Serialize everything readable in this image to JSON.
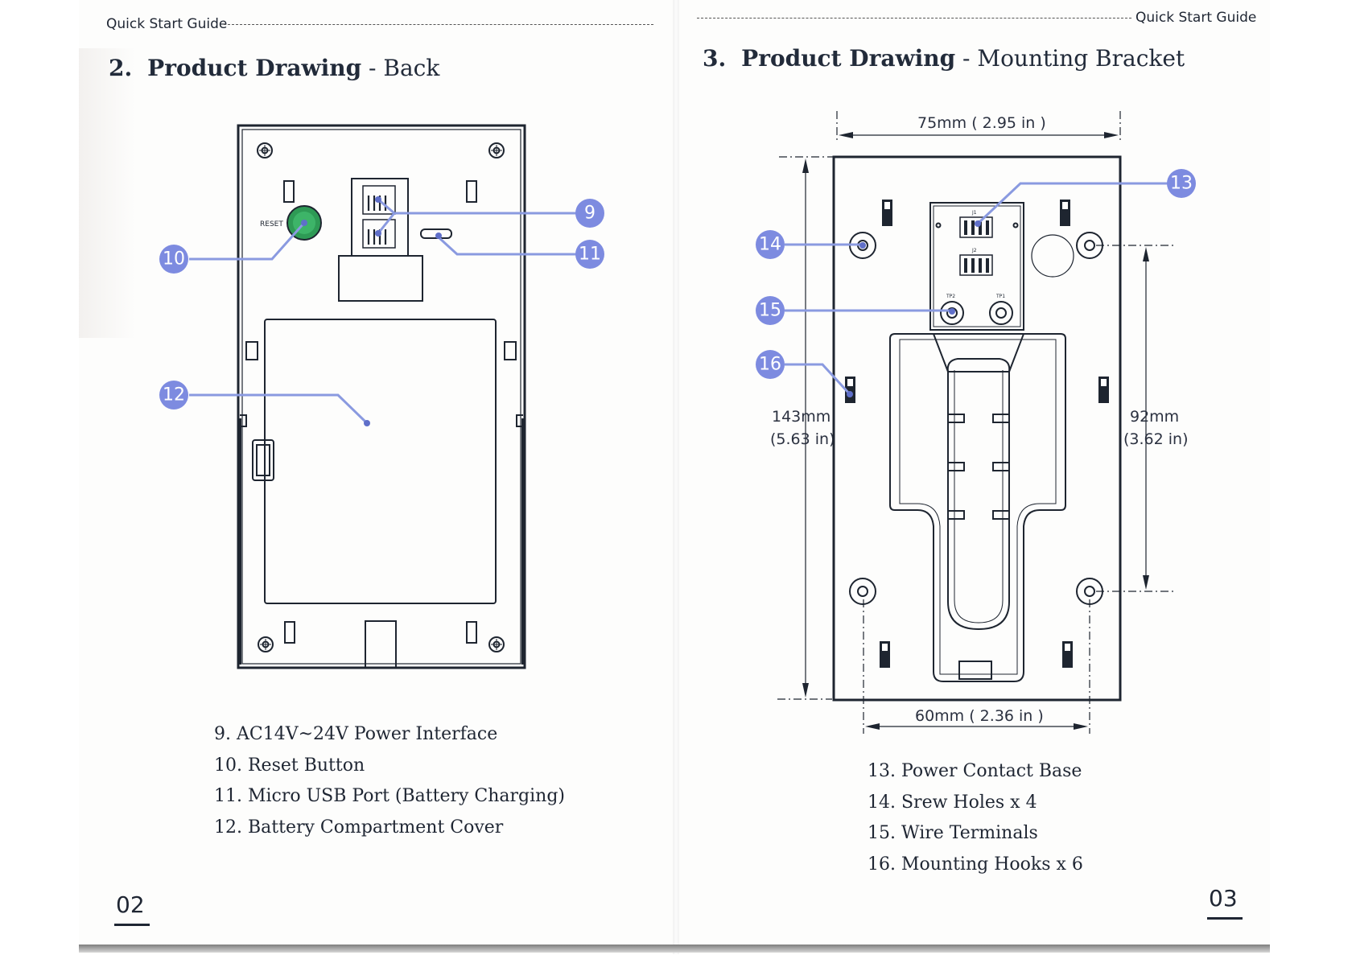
{
  "left_page": {
    "header": "Quick Start Guide",
    "title_number": "2.",
    "title_bold": "Product Drawing",
    "title_rest": " - Back",
    "reset_label": "RESET",
    "callouts": [
      "9",
      "10",
      "11",
      "12"
    ],
    "legend": [
      "9. AC14V~24V Power Interface",
      "10. Reset Button",
      "11. Micro USB Port (Battery Charging)",
      "12. Battery Compartment Cover"
    ],
    "page_number": "02"
  },
  "right_page": {
    "header": "Quick Start Guide",
    "title_number": "3.",
    "title_bold": "Product Drawing",
    "title_rest": " - Mounting Bracket",
    "dimensions": {
      "top_width": "75mm ( 2.95 in )",
      "bottom_width": "60mm ( 2.36 in )",
      "height_mm": "143mm",
      "height_in": "(5.63 in)",
      "hole_spacing_mm": "92mm",
      "hole_spacing_in": "(3.62 in)"
    },
    "board_labels": [
      "J1",
      "J2",
      "TP2",
      "TP1"
    ],
    "callouts": [
      "13",
      "14",
      "15",
      "16"
    ],
    "legend": [
      "13. Power Contact Base",
      "14. Srew Holes x 4",
      "15. Wire Terminals",
      "16. Mounting Hooks x 6"
    ],
    "page_number": "03"
  },
  "colors": {
    "callout_fill": "#7d8be0",
    "callout_line": "#8a9ae0",
    "reset_button": "#2e9a55",
    "ink": "#1e2530"
  }
}
